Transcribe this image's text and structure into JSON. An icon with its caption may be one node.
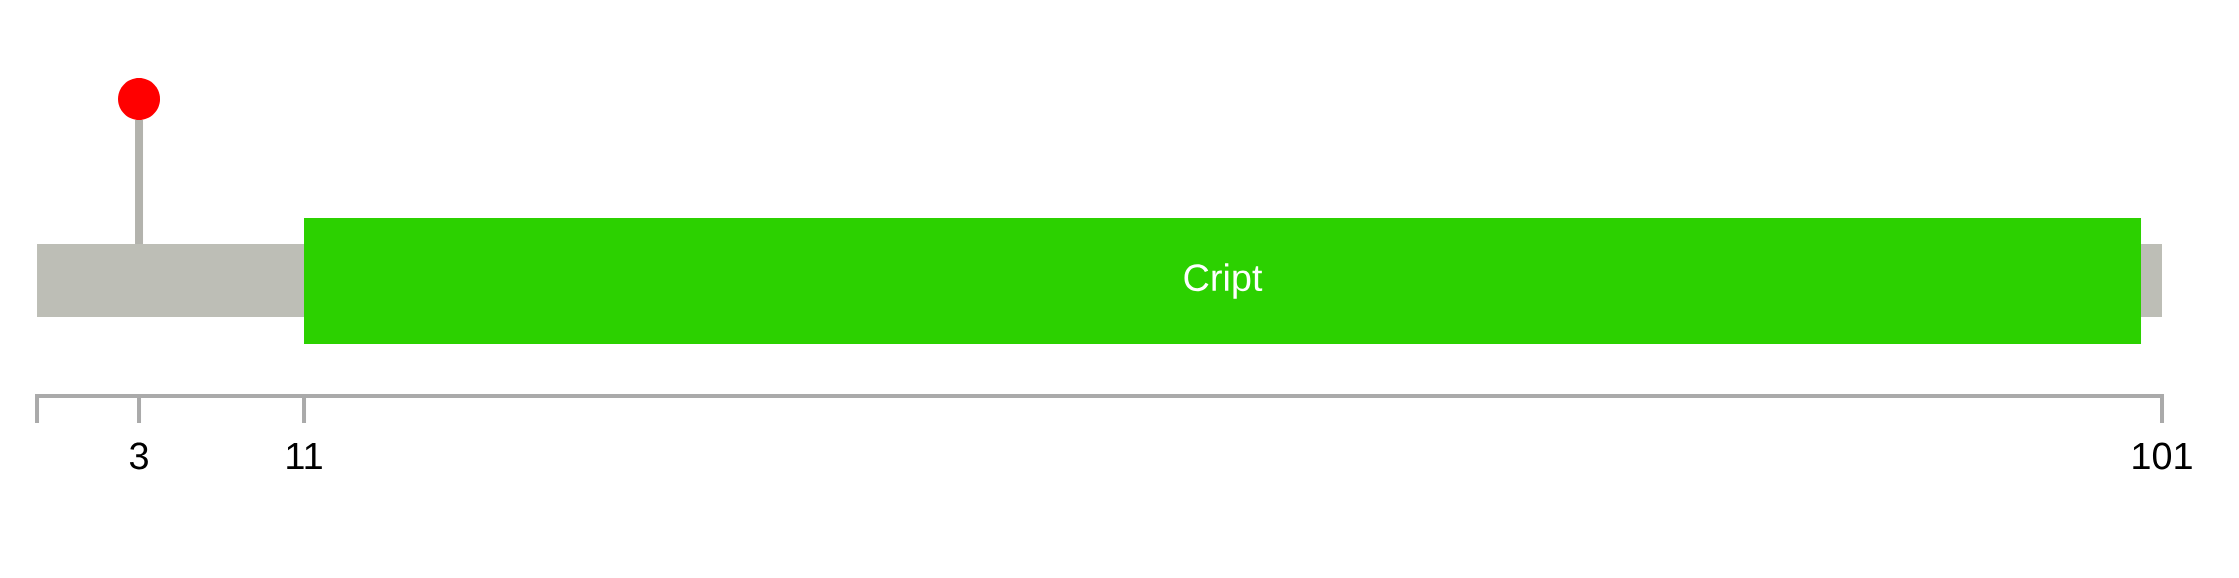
{
  "diagram": {
    "nodes": [
      {
        "text": [],
        "shape": "circle"
      },
      {
        "text": [],
        "shape": "bar"
      },
      {
        "text": [
          "Cript"
        ]
      },
      {
        "text": [],
        "shape": "bar"
      }
    ],
    "edges": [
      {
        "from": 0,
        "to": 1,
        "arrow": "none"
      }
    ],
    "labels": [
      "3",
      "11",
      "101"
    ]
  }
}
